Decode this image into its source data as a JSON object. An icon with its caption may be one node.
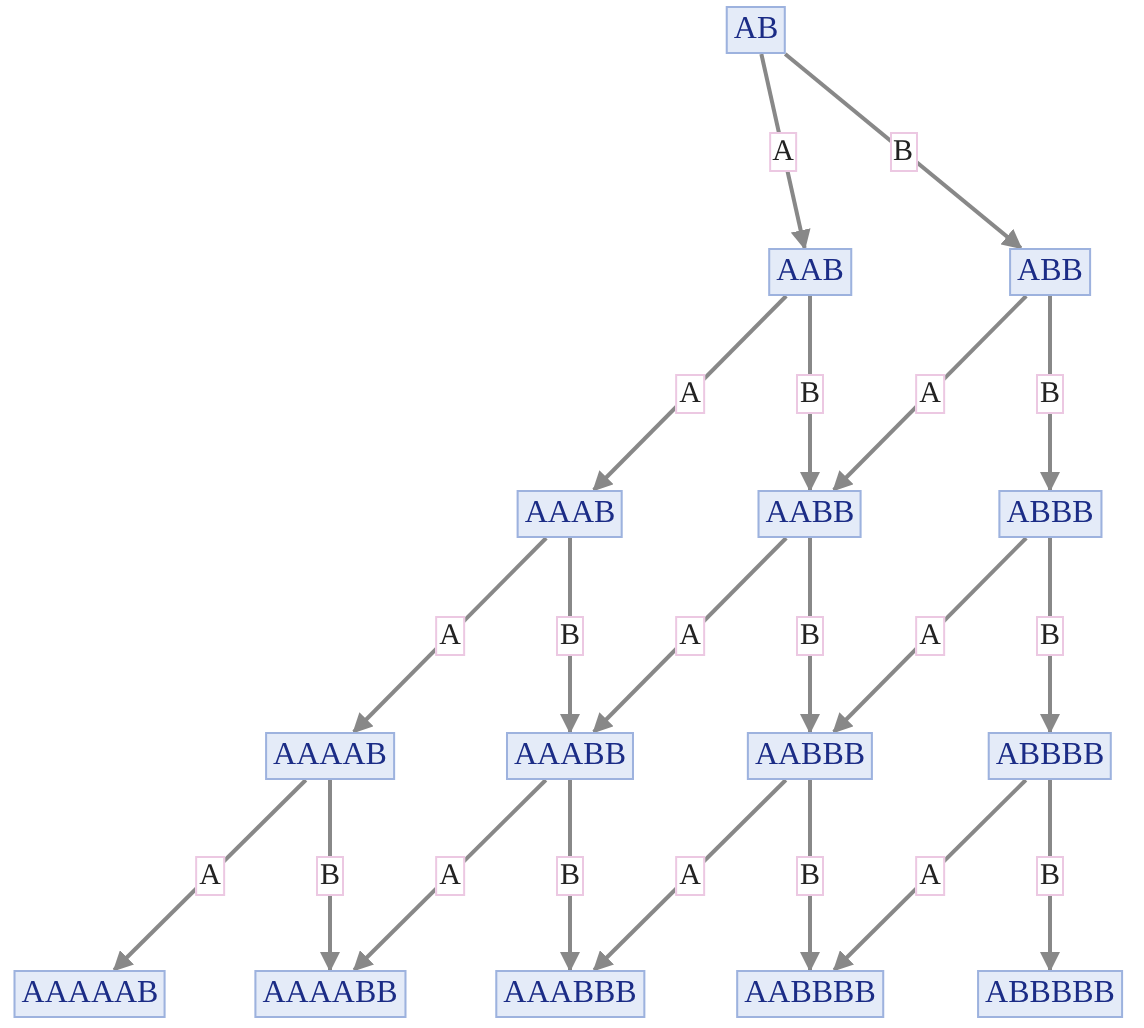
{
  "diagram": {
    "nodes": [
      {
        "text": [
          "AB"
        ]
      },
      {
        "text": [
          "AAB"
        ]
      },
      {
        "text": [
          "ABB"
        ]
      },
      {
        "text": [
          "AAAB"
        ]
      },
      {
        "text": [
          "AABB"
        ]
      },
      {
        "text": [
          "ABBB"
        ]
      },
      {
        "text": [
          "AAAAB"
        ]
      },
      {
        "text": [
          "AAABB"
        ]
      },
      {
        "text": [
          "AABBB"
        ]
      },
      {
        "text": [
          "ABBBB"
        ]
      },
      {
        "text": [
          "AAAAAB"
        ]
      },
      {
        "text": [
          "AAAABB"
        ]
      },
      {
        "text": [
          "AAABBB"
        ]
      },
      {
        "text": [
          "AABBBB"
        ]
      },
      {
        "text": [
          "ABBBBB"
        ]
      }
    ],
    "edges": [
      {
        "from": 0,
        "to": 1,
        "arrow": "to",
        "label": "A"
      },
      {
        "from": 0,
        "to": 2,
        "arrow": "to",
        "label": "B"
      },
      {
        "from": 1,
        "to": 3,
        "arrow": "to",
        "label": "A"
      },
      {
        "from": 1,
        "to": 4,
        "arrow": "to",
        "label": "B"
      },
      {
        "from": 2,
        "to": 4,
        "arrow": "to",
        "label": "A"
      },
      {
        "from": 2,
        "to": 5,
        "arrow": "to",
        "label": "B"
      },
      {
        "from": 3,
        "to": 6,
        "arrow": "to",
        "label": "A"
      },
      {
        "from": 3,
        "to": 7,
        "arrow": "to",
        "label": "B"
      },
      {
        "from": 4,
        "to": 7,
        "arrow": "to",
        "label": "A"
      },
      {
        "from": 4,
        "to": 8,
        "arrow": "to",
        "label": "B"
      },
      {
        "from": 5,
        "to": 8,
        "arrow": "to",
        "label": "A"
      },
      {
        "from": 5,
        "to": 9,
        "arrow": "to",
        "label": "B"
      },
      {
        "from": 6,
        "to": 10,
        "arrow": "to",
        "label": "A"
      },
      {
        "from": 6,
        "to": 11,
        "arrow": "to",
        "label": "B"
      },
      {
        "from": 7,
        "to": 11,
        "arrow": "to",
        "label": "A"
      },
      {
        "from": 7,
        "to": 12,
        "arrow": "to",
        "label": "B"
      },
      {
        "from": 8,
        "to": 12,
        "arrow": "to",
        "label": "A"
      },
      {
        "from": 8,
        "to": 13,
        "arrow": "to",
        "label": "B"
      },
      {
        "from": 9,
        "to": 13,
        "arrow": "to",
        "label": "A"
      },
      {
        "from": 9,
        "to": 14,
        "arrow": "to",
        "label": "B"
      }
    ]
  }
}
